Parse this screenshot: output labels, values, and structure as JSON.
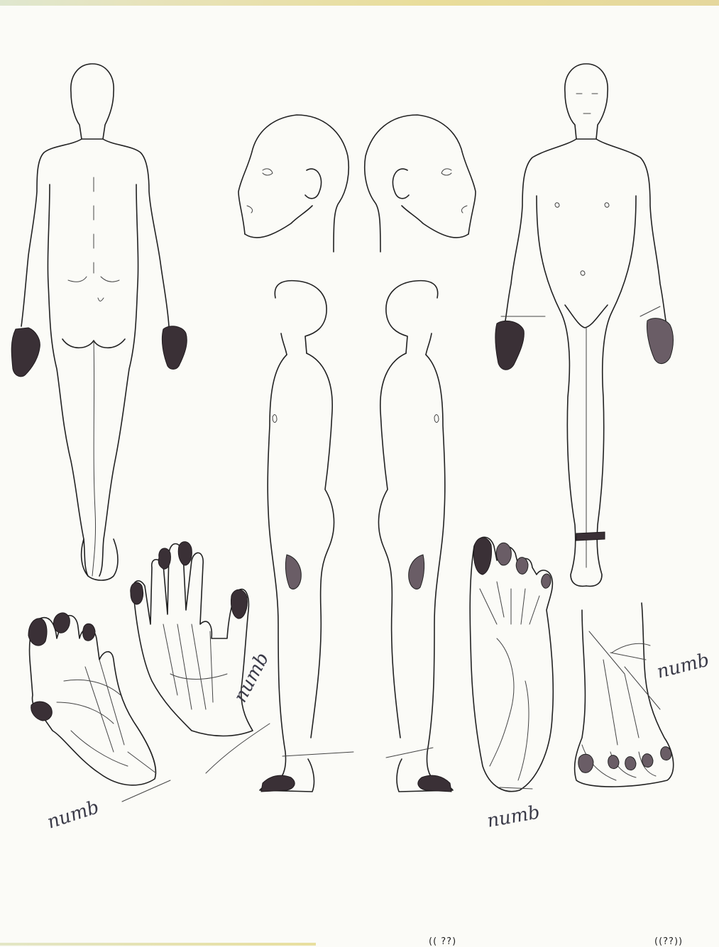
{
  "annotations": {
    "numb_hand_dorsal": "numb",
    "numb_hand_palm": "numb",
    "numb_foot_sole": "numb",
    "numb_foot_top": "numb"
  },
  "footer": {
    "cut_text_left": "(( ??)",
    "cut_text_right": "((??))"
  },
  "colors": {
    "shading": "#3a3036",
    "line": "#222222",
    "annotation_ink": "#3a3a48"
  }
}
